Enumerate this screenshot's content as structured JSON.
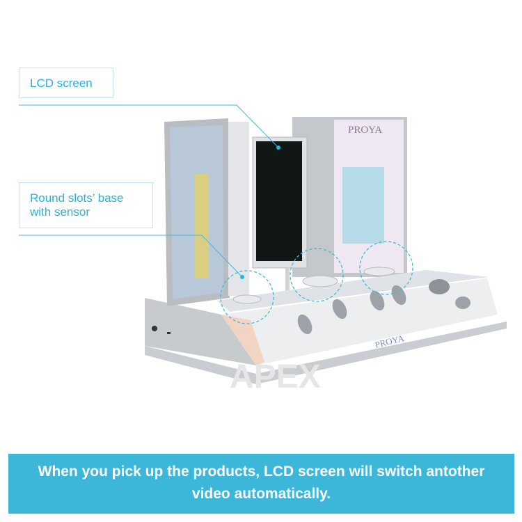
{
  "callouts": {
    "lcd_screen": "LCD screen",
    "round_slots_line1": "Round slots’ base",
    "round_slots_line2": "with sensor"
  },
  "product": {
    "brand_panel_text": "PROYA",
    "base_logo_text": "PROYA",
    "watermark": "APEX"
  },
  "banner": {
    "line1": "When you pick up the products, LCD screen will switch antother",
    "line2": "video automatically."
  },
  "colors": {
    "accent": "#27b3d9",
    "banner_bg": "#3db7d9"
  }
}
